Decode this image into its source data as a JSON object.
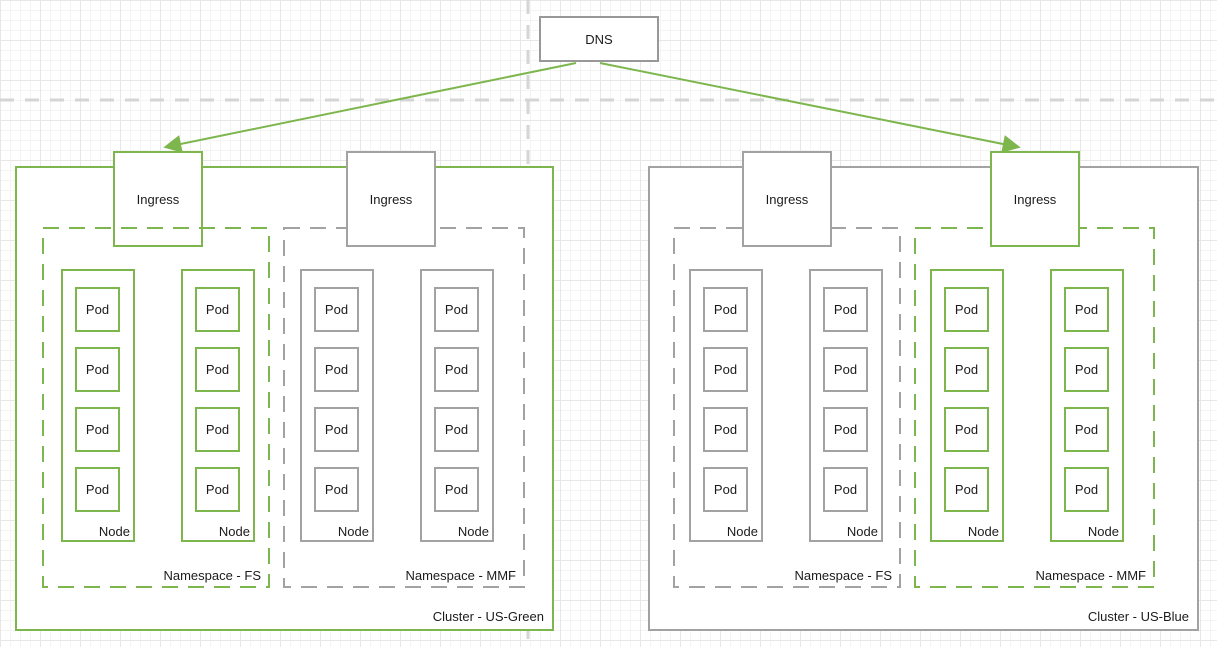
{
  "labels": {
    "dns": "DNS",
    "ingress": "Ingress",
    "pod": "Pod",
    "node": "Node"
  },
  "clusters": [
    {
      "label": "Cluster - US-Green",
      "accent_color": "#7db64d",
      "ingresses": [
        {
          "color": "green"
        },
        {
          "color": "gray"
        }
      ],
      "namespaces": [
        {
          "label": "Namespace - FS",
          "color": "green",
          "nodes": 2,
          "pods_per_node": 4
        },
        {
          "label": "Namespace - MMF",
          "color": "gray",
          "nodes": 2,
          "pods_per_node": 4
        }
      ]
    },
    {
      "label": "Cluster - US-Blue",
      "accent_color": "#a2a2a2",
      "ingresses": [
        {
          "color": "gray"
        },
        {
          "color": "green"
        }
      ],
      "namespaces": [
        {
          "label": "Namespace - FS",
          "color": "gray",
          "nodes": 2,
          "pods_per_node": 4
        },
        {
          "label": "Namespace - MMF",
          "color": "green",
          "nodes": 2,
          "pods_per_node": 4
        }
      ]
    }
  ],
  "edges": [
    {
      "from": "DNS",
      "to": "Cluster - US-Green / Ingress 1"
    },
    {
      "from": "DNS",
      "to": "Cluster - US-Blue / Ingress 2"
    }
  ],
  "colors": {
    "green": "#7db64d",
    "gray": "#a2a2a2",
    "page_divider": "#d5d5d5",
    "text": "#1b1b1b",
    "grid_minor": "#f4f4f4",
    "grid_major": "#e7e7e7"
  }
}
